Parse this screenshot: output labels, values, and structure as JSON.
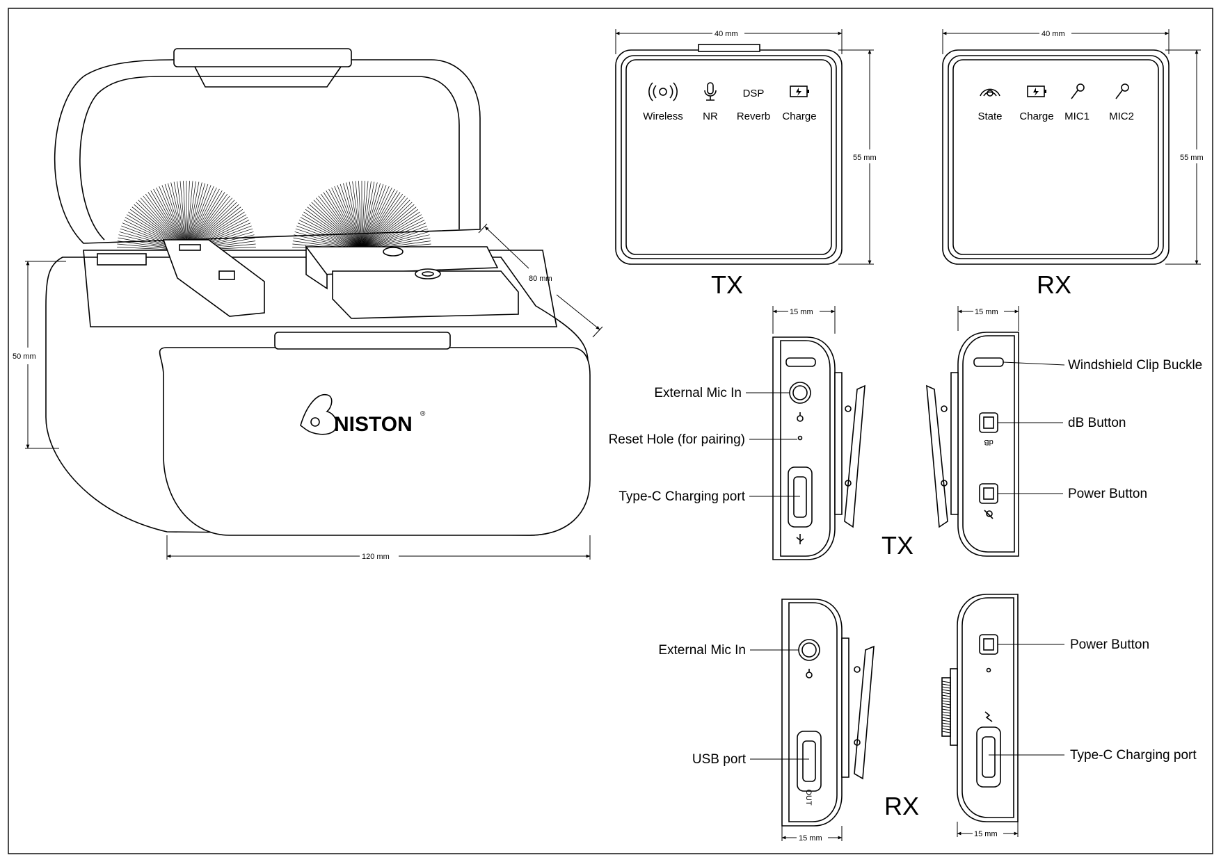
{
  "dimensions": {
    "case_width": "120 mm",
    "case_depth": "80 mm",
    "case_height": "50 mm",
    "tx_front_width": "40 mm",
    "tx_front_height": "55 mm",
    "rx_front_width": "40 mm",
    "rx_front_height": "55 mm",
    "tx_side_width": "15 mm",
    "rx_side_width": "15 mm",
    "rx_side_left_width": "15 mm",
    "rx_side_right_width": "15 mm"
  },
  "brand": {
    "logo_text": "NISTON",
    "registered_mark": "®"
  },
  "tx_front": {
    "title": "TX",
    "indicators": [
      {
        "icon": "wireless-icon",
        "label": "Wireless"
      },
      {
        "icon": "microphone-icon",
        "label": "NR"
      },
      {
        "icon": "dsp-text",
        "icon_text": "DSP",
        "label": "Reverb"
      },
      {
        "icon": "battery-charge-icon",
        "label": "Charge"
      }
    ]
  },
  "rx_front": {
    "title": "RX",
    "indicators": [
      {
        "icon": "signal-state-icon",
        "label": "State"
      },
      {
        "icon": "battery-charge-icon",
        "label": "Charge"
      },
      {
        "icon": "handheld-mic-icon",
        "label": "MIC1"
      },
      {
        "icon": "handheld-mic-icon",
        "label": "MIC2"
      }
    ]
  },
  "tx_side": {
    "title": "TX",
    "callouts": {
      "mic_in": "External Mic In",
      "reset": "Reset Hole (for pairing)",
      "charging": "Type-C Charging port",
      "clip": "Windshield Clip Buckle",
      "db": "dB Button",
      "power": "Power Button"
    },
    "db_mark": "dB"
  },
  "rx_side": {
    "title": "RX",
    "callouts": {
      "mic_in": "External Mic In",
      "usb": "USB port",
      "power": "Power Button",
      "charging": "Type-C Charging port"
    },
    "out_mark": "OUT"
  }
}
